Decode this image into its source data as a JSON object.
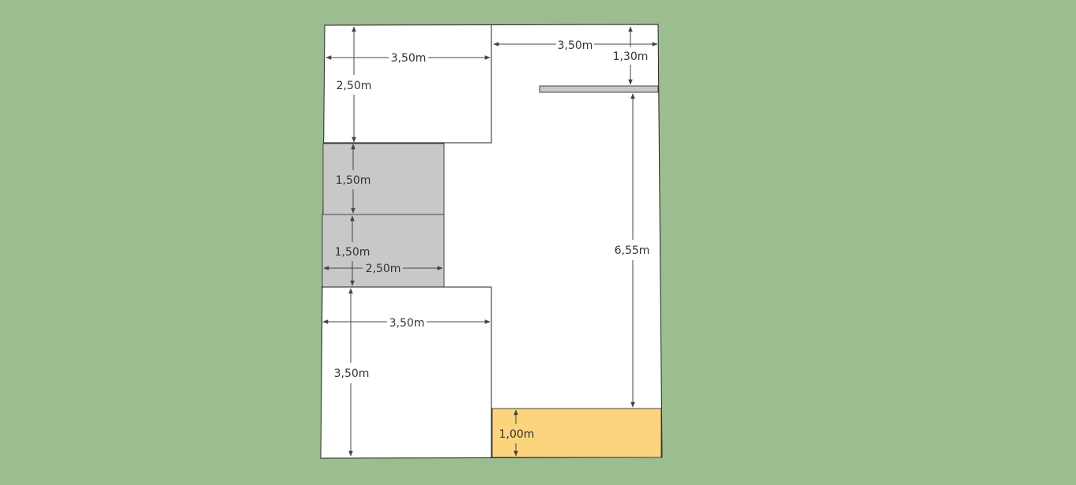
{
  "colors": {
    "background": "#9bbd8f",
    "room": "#ffffff",
    "gray_block": "#c8c8c8",
    "yellow_block": "#fdd47e",
    "line": "#222222",
    "dim": "#444444"
  },
  "dimensions": {
    "top_room_width": "3,50m",
    "top_room_height": "2,50m",
    "top_right_width": "3,50m",
    "top_right_height": "1,30m",
    "gray_upper_height": "1,50m",
    "gray_lower_height": "1,50m",
    "gray_width": "2,50m",
    "right_long_height": "6,55m",
    "bottom_room_width": "3,50m",
    "bottom_room_height": "3,50m",
    "yellow_height": "1,00m"
  }
}
